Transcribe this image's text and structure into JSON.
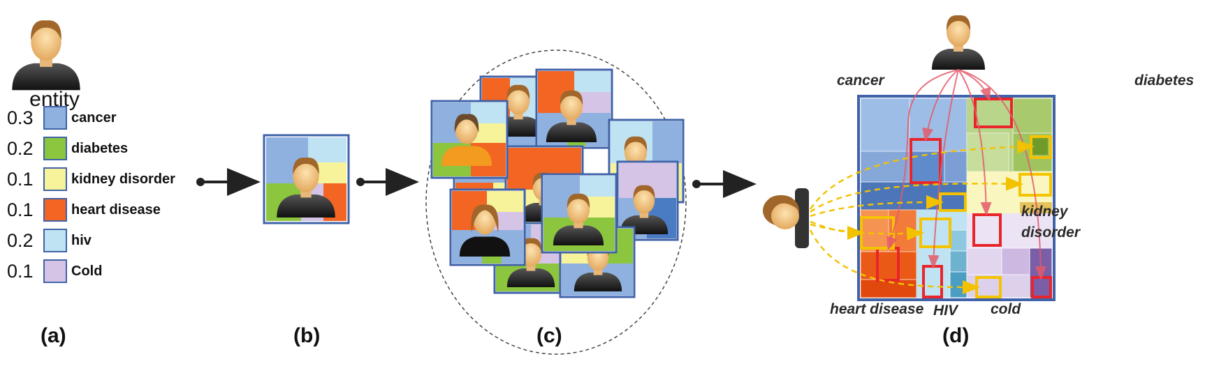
{
  "panel_a": {
    "entity_label": "entity",
    "legend": [
      {
        "value": "0.3",
        "name": "cancer",
        "color": "#8fb1e0"
      },
      {
        "value": "0.2",
        "name": "diabetes",
        "color": "#8cc63f"
      },
      {
        "value": "0.1",
        "name": "kidney disorder",
        "color": "#f7f39a"
      },
      {
        "value": "0.1",
        "name": "heart disease",
        "color": "#f26522"
      },
      {
        "value": "0.2",
        "name": "hiv",
        "color": "#bfe3f2"
      },
      {
        "value": "0.1",
        "name": "Cold",
        "color": "#d5c4e6"
      }
    ],
    "label": "(a)"
  },
  "panel_b": {
    "label": "(b)"
  },
  "panel_c": {
    "label": "(c)"
  },
  "panel_d": {
    "label": "(d)",
    "categories": {
      "cancer": "cancer",
      "diabetes": "diabetes",
      "kidney_line1": "kidney",
      "kidney_line2": "disorder",
      "heart": "heart disease",
      "hiv": "HIV",
      "cold": "cold"
    }
  },
  "colors": {
    "frame": "#3f62a8",
    "arrow": "#222222",
    "highlight_red": "#e8252a",
    "highlight_yellow": "#f5c400"
  }
}
